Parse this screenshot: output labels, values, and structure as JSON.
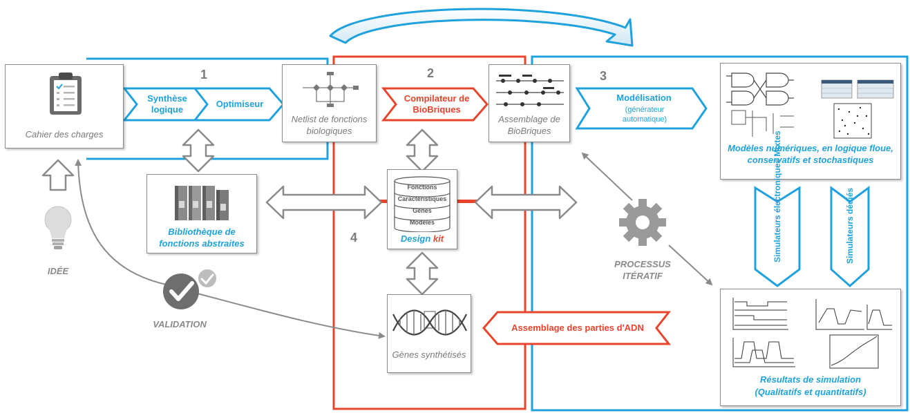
{
  "steps": {
    "n1": "1",
    "n2": "2",
    "n3": "3",
    "n4": "4"
  },
  "boxes": {
    "cahier": "Cahier des charges",
    "netlist": "Netlist de fonctions biologiques",
    "assemblage_bb": "Assemblage de BioBriques",
    "bibliotheque": "Bibliothèque de fonctions abstraites",
    "design_kit_prefix": "Design ",
    "design_kit_suffix": "kit",
    "genes": "Gènes synthétisés",
    "modeles": "Modèles numériques, en logique floue, conservatifs et stochastiques",
    "resultats_l1": "Résultats de simulation",
    "resultats_l2": "(Qualitatifs et quantitatifs)"
  },
  "database_rows": [
    "Fonctions",
    "Caractéristiques",
    "Gènes",
    "Modèles"
  ],
  "chevrons": {
    "synthese": "Synthèse logique",
    "optimiseur": "Optimiseur",
    "compilateur": "Compilateur de BioBriques",
    "modelisation": "Modélisation",
    "modelisation_sub": "(générateur automatique)",
    "assemblage_adn": "Assemblage des parties d'ADN",
    "sim_mixtes": "Simulateurs électroniques Mixtes",
    "sim_dedies": "Simulateurs dédiés"
  },
  "labels": {
    "idee": "IDÉE",
    "validation": "VALIDATION",
    "processus": "PROCESSUS ITÉRATIF"
  },
  "colors": {
    "blue": "#1ea1dc",
    "red": "#e8442b",
    "grey": "#8a8a8a"
  },
  "icons": [
    "clipboard-icon",
    "lightbulb-icon",
    "checkmark-icon",
    "gear-icon",
    "binders-icon",
    "database-icon",
    "dna-icon"
  ]
}
